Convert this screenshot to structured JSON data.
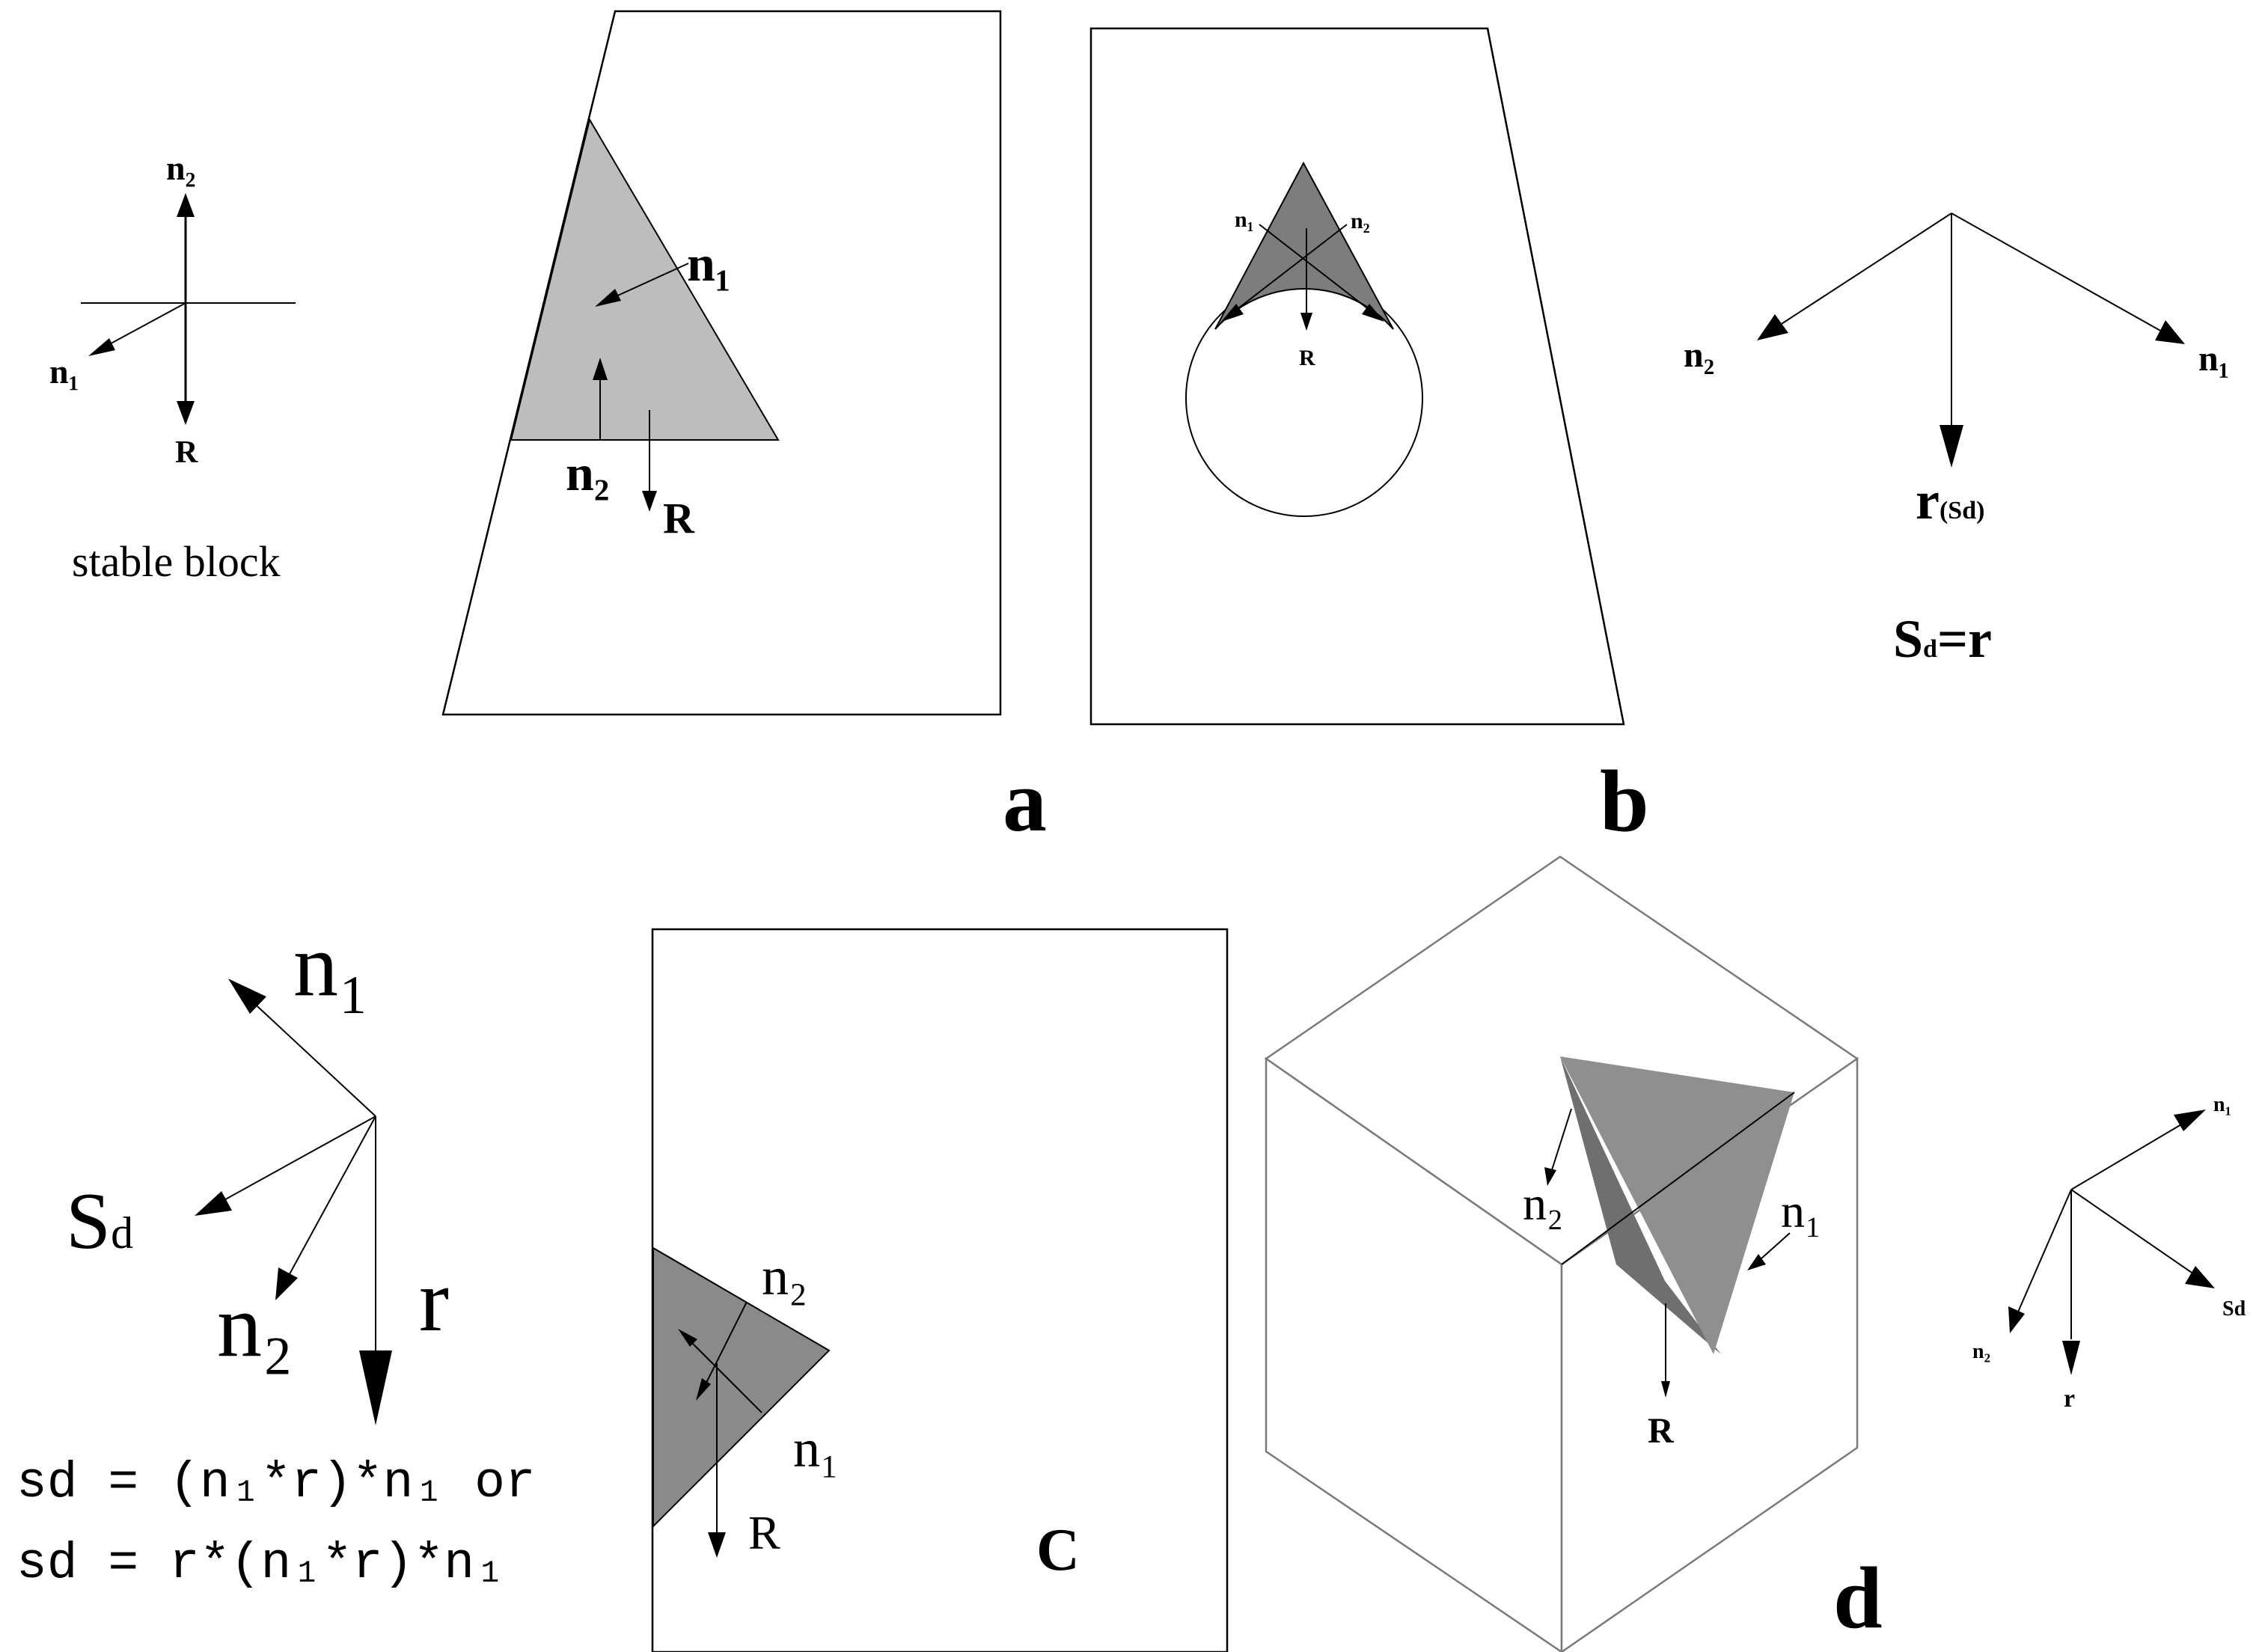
{
  "colors": {
    "block_light": "#bdbdbd",
    "block_mid": "#8a8a8a",
    "block_dark": "#6f6f6f",
    "wedge_side": "#7d7d7d",
    "cube_edge": "#7a7a7a",
    "line": "#000000"
  },
  "stable_panel": {
    "n2": "n₂",
    "n1": "n₁",
    "R": "R",
    "caption": "stable block"
  },
  "panel_a": {
    "n1": "n₁",
    "n2": "n₂",
    "R": "R",
    "letter": "a"
  },
  "panel_b": {
    "n1": "n₁",
    "n2": "n₂",
    "R": "R",
    "letter": "b"
  },
  "vectors_b": {
    "n2": "n₂",
    "n1": "n₁",
    "r": "r",
    "r_sub": "(Sd)",
    "eq_S": "S",
    "eq_sub": "d",
    "eq_rhs": "=r"
  },
  "vectors_c": {
    "n1": "n₁",
    "Sd": "S",
    "Sd_sub": "d",
    "n2": "n₂",
    "r": "r",
    "eq1": "sd = (n₁*r)*n₁ or",
    "eq2": "sd = r*(n₁*r)*n₁"
  },
  "panel_c": {
    "n2": "n₂",
    "n1": "n₁",
    "R": "R",
    "letter": "C"
  },
  "panel_d": {
    "n2": "n₂",
    "n1": "n₁",
    "R": "R",
    "letter": "d"
  },
  "vectors_d": {
    "n1": "n₁",
    "Sd": "Sd",
    "n2": "n₂",
    "r": "r"
  }
}
